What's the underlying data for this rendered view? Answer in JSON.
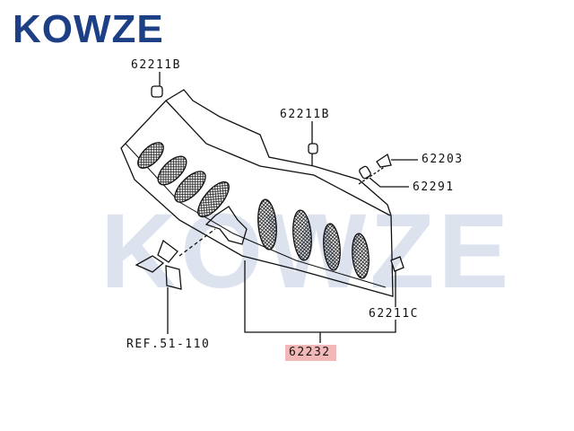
{
  "brand": {
    "logo_text": "KOWZE",
    "watermark_text": "KOWZE",
    "logo_color": "#1d3f86",
    "watermark_color": "#dde3ee"
  },
  "parts": {
    "bolt_top_left": "62211B",
    "bolt_center": "62211B",
    "clip_right": "62203",
    "screw_right": "62291",
    "clip_bottom_right": "62211C",
    "emblem_ref": "REF.51-110",
    "grille_assembly": "62232"
  },
  "highlight_color": "#f2b8b8"
}
